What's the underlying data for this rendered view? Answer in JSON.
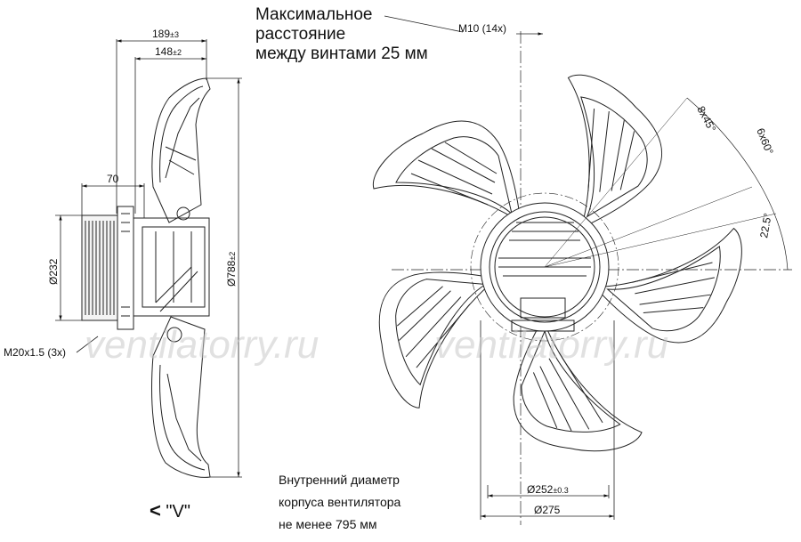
{
  "notes": {
    "max_distance": [
      "Максимальное",
      "расстояние",
      "между винтами 25 мм"
    ],
    "inner_diameter": [
      "Внутренний диаметр",
      "корпуса вентилятора",
      "не менее 795 мм"
    ]
  },
  "view_label": {
    "arrow": "<",
    "text": "\"V\""
  },
  "dimensions": {
    "overall_depth": {
      "value": "189",
      "tol": "±3"
    },
    "blade_depth": {
      "value": "148",
      "tol": "±2"
    },
    "motor_offset": {
      "value": "70"
    },
    "motor_diameter": {
      "value": "Ø232"
    },
    "impeller_diameter": {
      "value": "Ø788",
      "tol": "±2"
    },
    "cable_gland": {
      "value": "M20x1.5 (3x)"
    },
    "mount_thread": {
      "value": "M10 (14x)"
    },
    "angle_8x45": {
      "value": "8x45°"
    },
    "angle_6x60": {
      "value": "6x60°"
    },
    "angle_22_5": {
      "value": "22.5°"
    },
    "bolt_circle_1": {
      "value": "Ø252",
      "tol": "±0.3"
    },
    "bolt_circle_2": {
      "value": "Ø275"
    }
  },
  "watermark": {
    "left": "ventilatorry.ru",
    "right": "ventilatorry.ru"
  },
  "colors": {
    "line": "#222222",
    "watermark": "#c9c9c9"
  }
}
